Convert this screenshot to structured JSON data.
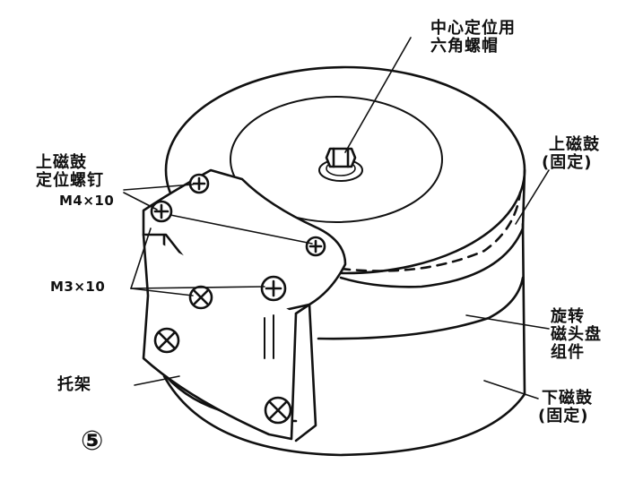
{
  "labels": {
    "hex_nut_line1": "中心定位用",
    "hex_nut_line2": "六角螺帽",
    "upper_screw_line1": "上磁鼓",
    "upper_screw_line2": "定位螺钉",
    "screw_m4": "M4×10",
    "screw_m3": "M3×10",
    "upper_drum_line1": "上磁鼓",
    "upper_drum_line2": "(固定)",
    "rotating_line1": "旋转",
    "rotating_line2": "磁头盘",
    "rotating_line3": "组件",
    "bracket": "托架",
    "lower_drum_line1": "下磁鼓",
    "lower_drum_line2": "(固定)",
    "figure_number": "⑤"
  },
  "colors": {
    "ink": "#111111",
    "paper": "#ffffff"
  }
}
